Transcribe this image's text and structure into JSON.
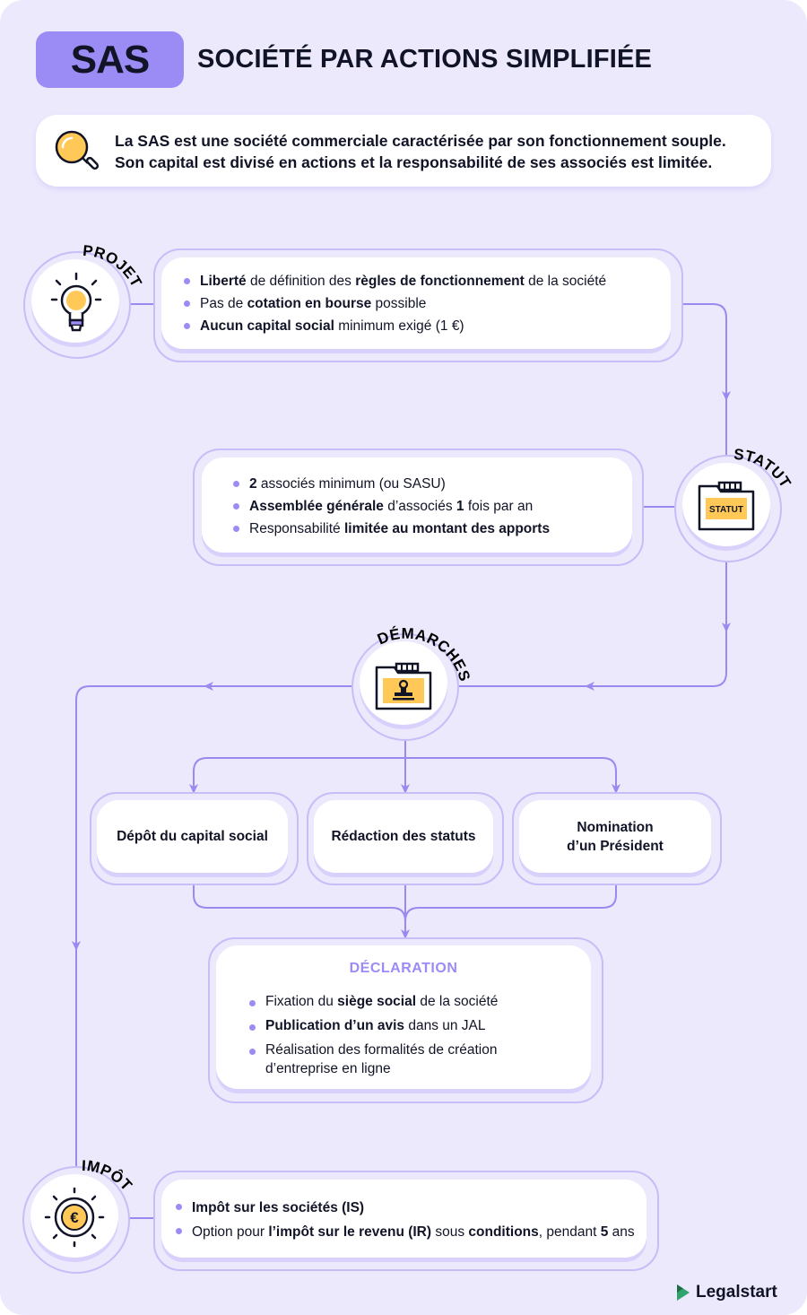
{
  "header": {
    "badge": "SAS",
    "title": "SOCIÉTÉ PAR ACTIONS SIMPLIFIÉE"
  },
  "intro": {
    "icon": "magnifier-icon",
    "line1": "La SAS est une société commerciale caractérisée par son fonctionnement souple.",
    "line2": "Son capital est divisé en actions et la responsabilité de ses associés est limitée."
  },
  "projet": {
    "label": "PROJET",
    "icon": "lightbulb-icon",
    "items": [
      [
        {
          "t": "Liberté",
          "b": true
        },
        {
          "t": " de définition des ",
          "b": false
        },
        {
          "t": "règles de fonctionnement",
          "b": true
        },
        {
          "t": " de la société",
          "b": false
        }
      ],
      [
        {
          "t": "Pas de ",
          "b": false
        },
        {
          "t": "cotation en bourse",
          "b": true
        },
        {
          "t": " possible",
          "b": false
        }
      ],
      [
        {
          "t": "Aucun capital social",
          "b": true
        },
        {
          "t": " minimum exigé (1 €)",
          "b": false
        }
      ]
    ]
  },
  "statut": {
    "label": "STATUT",
    "icon": "statut-folder-icon",
    "icon_text": "STATUT",
    "items": [
      [
        {
          "t": "2",
          "b": true
        },
        {
          "t": " associés minimum (ou SASU)",
          "b": false
        }
      ],
      [
        {
          "t": "Assemblée générale",
          "b": true
        },
        {
          "t": " d’associés ",
          "b": false
        },
        {
          "t": "1",
          "b": true
        },
        {
          "t": " fois par an",
          "b": false
        }
      ],
      [
        {
          "t": "Responsabilité ",
          "b": false
        },
        {
          "t": "limitée au montant des apports",
          "b": true
        }
      ]
    ]
  },
  "demarches": {
    "label": "DÉMARCHES",
    "icon": "stamp-folder-icon",
    "steps": [
      "Dépôt du capital social",
      "Rédaction des statuts",
      "Nomination\nd’un Président"
    ]
  },
  "declaration": {
    "title": "DÉCLARATION",
    "items": [
      [
        {
          "t": "Fixation du ",
          "b": false
        },
        {
          "t": "siège social",
          "b": true
        },
        {
          "t": " de la société",
          "b": false
        }
      ],
      [
        {
          "t": "Publication d’un avis",
          "b": true
        },
        {
          "t": " dans un JAL",
          "b": false
        }
      ],
      [
        {
          "t": "Réalisation des formalités de création\nd’entreprise en ligne",
          "b": false
        }
      ]
    ]
  },
  "impot": {
    "label": "IMPÔT",
    "icon": "euro-coin-icon",
    "items": [
      [
        {
          "t": "Impôt sur les sociétés (IS)",
          "b": true
        }
      ],
      [
        {
          "t": "Option pour ",
          "b": false
        },
        {
          "t": "l’impôt sur le revenu (IR)",
          "b": true
        },
        {
          "t": " sous ",
          "b": false
        },
        {
          "t": "conditions",
          "b": true
        },
        {
          "t": ", pendant ",
          "b": false
        },
        {
          "t": "5",
          "b": true
        },
        {
          "t": " ans",
          "b": false
        }
      ]
    ]
  },
  "brand": {
    "name": "Legalstart",
    "icon": "legalstart-logo-icon"
  },
  "colors": {
    "background": "#ece9fd",
    "accent": "#9b8bf5",
    "line": "#9a8af0",
    "icon_yellow": "#ffc857",
    "text": "#111427"
  }
}
